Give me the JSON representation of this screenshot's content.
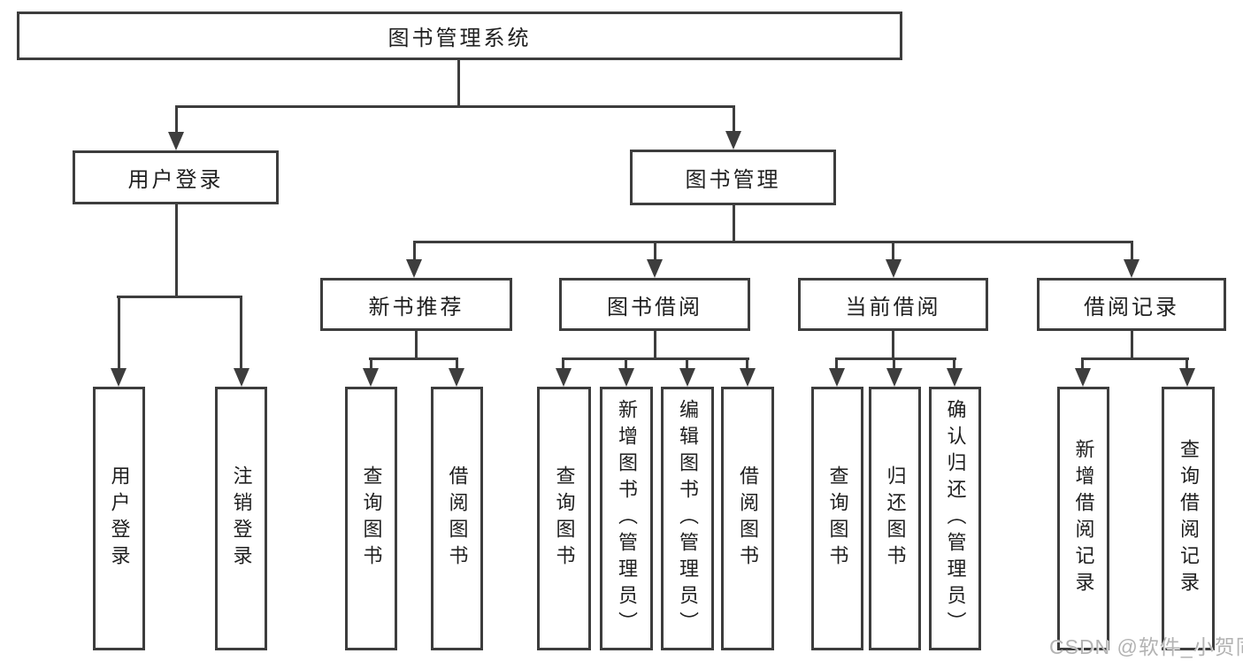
{
  "diagram": {
    "watermark": "CSDN @软件_小贺同学",
    "colors": {
      "line": "#3d3d3d",
      "text": "#1f1f1f",
      "watermark": "#b3b3b3",
      "background": "#ffffff"
    },
    "tree": {
      "label": "图书管理系统",
      "children": [
        {
          "label": "用户登录",
          "children": [
            {
              "label": "用户登录"
            },
            {
              "label": "注销登录"
            }
          ]
        },
        {
          "label": "图书管理",
          "children": [
            {
              "label": "新书推荐",
              "children": [
                {
                  "label": "查询图书"
                },
                {
                  "label": "借阅图书"
                }
              ]
            },
            {
              "label": "图书借阅",
              "children": [
                {
                  "label": "查询图书"
                },
                {
                  "label": "新增图书（管理员）"
                },
                {
                  "label": "编辑图书（管理员）"
                },
                {
                  "label": "借阅图书"
                }
              ]
            },
            {
              "label": "当前借阅",
              "children": [
                {
                  "label": "查询图书"
                },
                {
                  "label": "归还图书"
                },
                {
                  "label": "确认归还（管理员）"
                }
              ]
            },
            {
              "label": "借阅记录",
              "children": [
                {
                  "label": "新增借阅记录"
                },
                {
                  "label": "查询借阅记录"
                }
              ]
            }
          ]
        }
      ]
    }
  }
}
